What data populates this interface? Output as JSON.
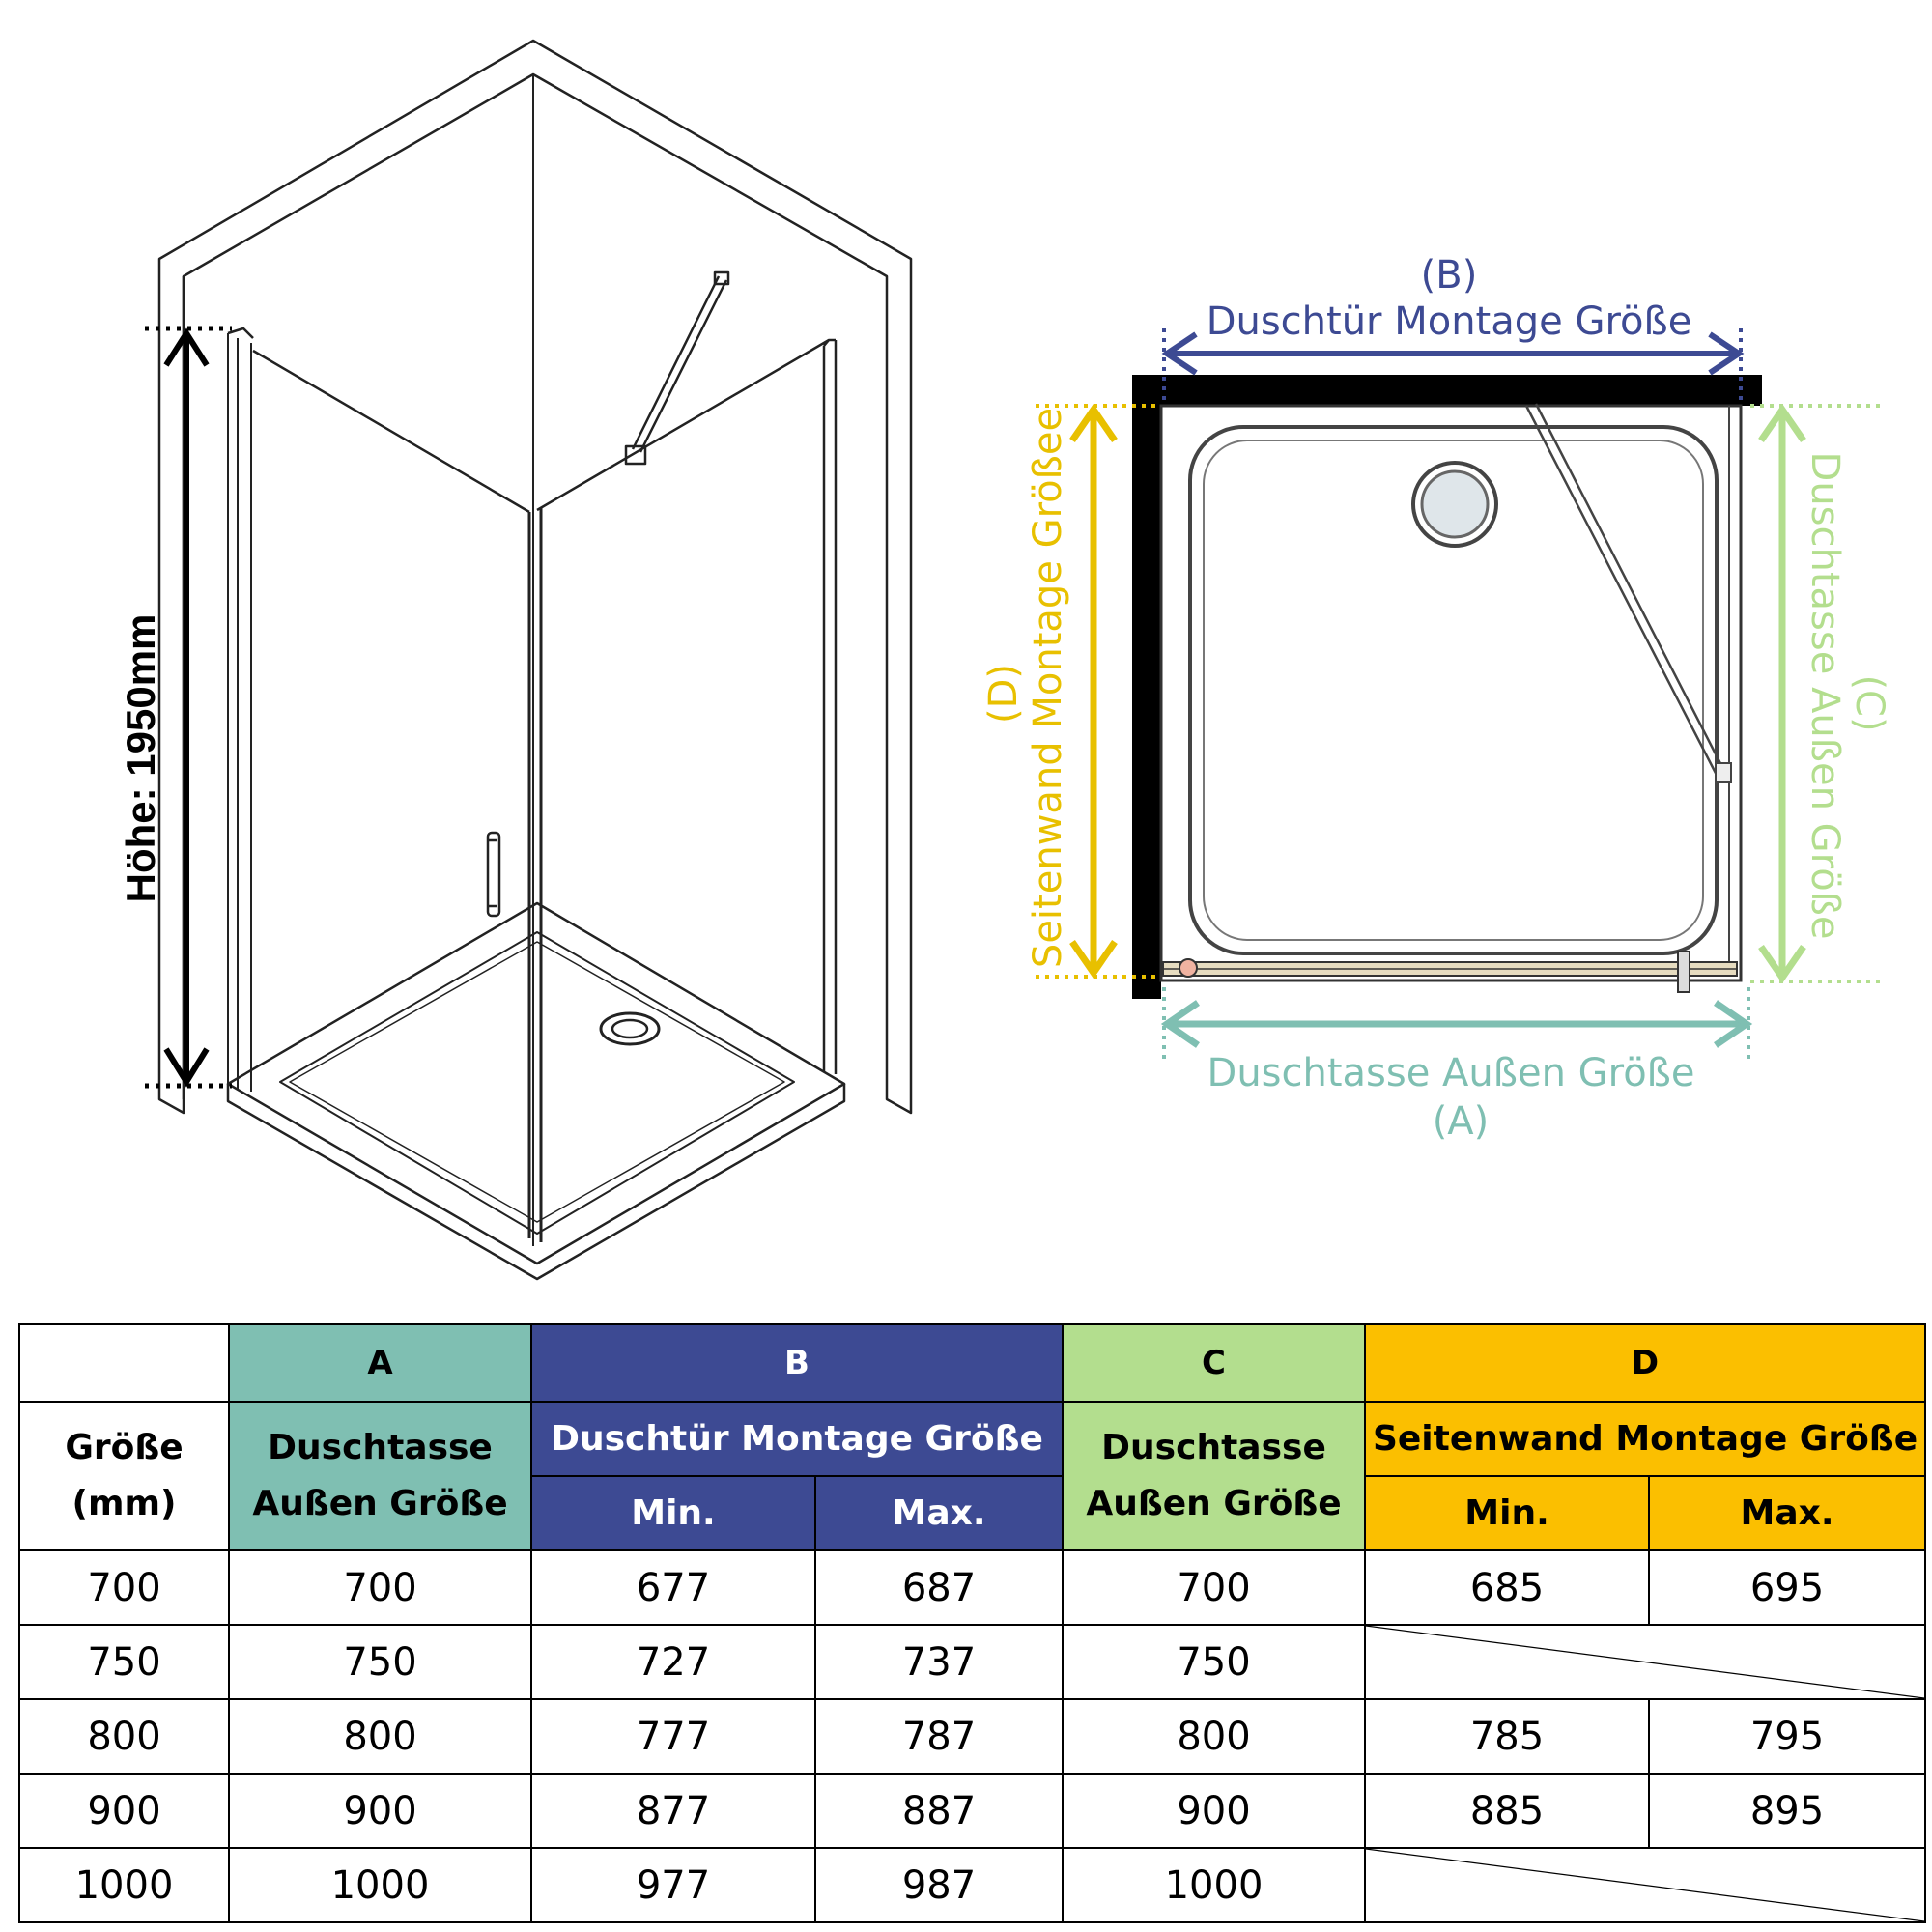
{
  "diagram": {
    "height_label": "Höhe: 1950mm",
    "labels": {
      "b_letter": "(B)",
      "b_text": "Duschtür Montage Größe",
      "a_letter": "(A)",
      "a_text": "Duschtasse Außen Größe",
      "c_letter": "(C)",
      "c_text": "Duschtasse Außen Größe",
      "d_letter": "(D)",
      "d_text": "Seitenwand Montage Größee"
    },
    "colors": {
      "A": "#7fbfb2",
      "B": "#3d4a93",
      "C": "#b3de8e",
      "D": "#e8c000"
    }
  },
  "table": {
    "group_headers": {
      "A": "A",
      "B": "B",
      "C": "C",
      "D": "D"
    },
    "size_header_line1": "Größe",
    "size_header_line2": "(mm)",
    "A_header_line1": "Duschtasse",
    "A_header_line2": "Außen Größe",
    "B_header": "Duschtür Montage Größe",
    "C_header_line1": "Duschtasse",
    "C_header_line2": "Außen Größe",
    "D_header": "Seitenwand Montage Größe",
    "min_label": "Min.",
    "max_label": "Max.",
    "rows": [
      {
        "size": "700",
        "a": "700",
        "b_min": "677",
        "b_max": "687",
        "c": "700",
        "d_min": "685",
        "d_max": "695"
      },
      {
        "size": "750",
        "a": "750",
        "b_min": "727",
        "b_max": "737",
        "c": "750",
        "d_min": "",
        "d_max": ""
      },
      {
        "size": "800",
        "a": "800",
        "b_min": "777",
        "b_max": "787",
        "c": "800",
        "d_min": "785",
        "d_max": "795"
      },
      {
        "size": "900",
        "a": "900",
        "b_min": "877",
        "b_max": "887",
        "c": "900",
        "d_min": "885",
        "d_max": "895"
      },
      {
        "size": "1000",
        "a": "1000",
        "b_min": "977",
        "b_max": "987",
        "c": "1000",
        "d_min": "",
        "d_max": ""
      }
    ]
  }
}
